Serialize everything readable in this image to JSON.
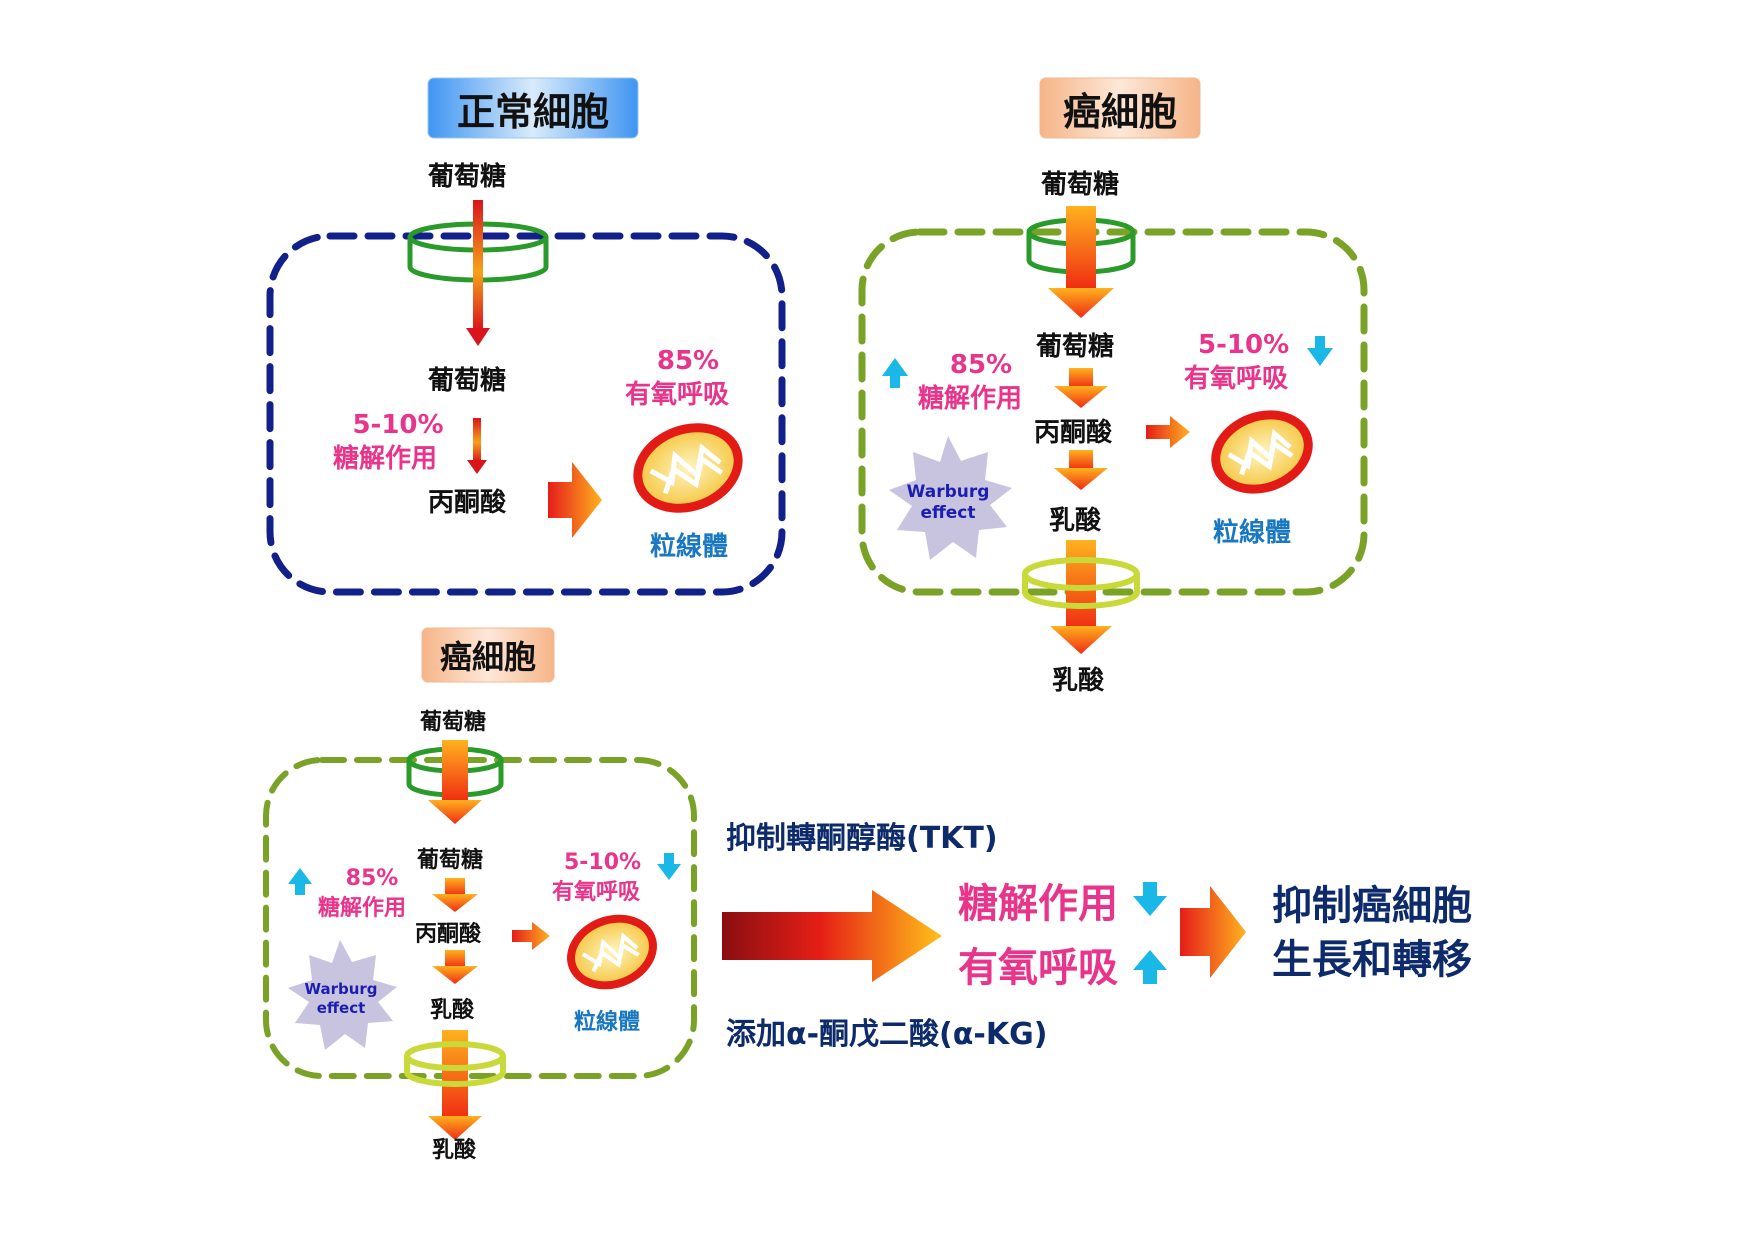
{
  "panel_normal": {
    "title": "正常細胞",
    "glucose_top": "葡萄糖",
    "glucose_in": "葡萄糖",
    "glycolysis_pct": "5-10%",
    "glycolysis": "糖解作用",
    "pyruvate": "丙酮酸",
    "respiration_pct": "85%",
    "respiration": "有氧呼吸",
    "mitochondria": "粒線體"
  },
  "panel_cancer_top": {
    "title": "癌細胞",
    "glucose_top": "葡萄糖",
    "glucose_in": "葡萄糖",
    "glycolysis_pct": "85%",
    "glycolysis": "糖解作用",
    "pyruvate": "丙酮酸",
    "lactate_in": "乳酸",
    "lactate_out": "乳酸",
    "respiration_pct": "5-10%",
    "respiration": "有氧呼吸",
    "mitochondria": "粒線體",
    "warburg_line1": "Warburg",
    "warburg_line2": "effect"
  },
  "panel_cancer_bottom": {
    "title": "癌細胞",
    "glucose_top": "葡萄糖",
    "glucose_in": "葡萄糖",
    "glycolysis_pct": "85%",
    "glycolysis": "糖解作用",
    "pyruvate": "丙酮酸",
    "lactate_in": "乳酸",
    "lactate_out": "乳酸",
    "respiration_pct": "5-10%",
    "respiration": "有氧呼吸",
    "mitochondria": "粒線體",
    "warburg_line1": "Warburg",
    "warburg_line2": "effect"
  },
  "treatment": {
    "inhibit_tkt": "抑制轉酮醇酶(TKT)",
    "add_akg": "添加α-酮戊二酸(α-KG)",
    "result_glycolysis": "糖解作用",
    "result_respiration": "有氧呼吸",
    "outcome_line1": "抑制癌細胞",
    "outcome_line2": "生長和轉移"
  },
  "colors": {
    "normal_border": "#12208a",
    "cancer_border": "#7aa227",
    "pink_text": "#e8348b",
    "mito_text": "#1a78c2",
    "outcome_text": "#0d2a6b",
    "cyan_arrow": "#19b8e6",
    "warburg_star": "#c8c3de"
  }
}
